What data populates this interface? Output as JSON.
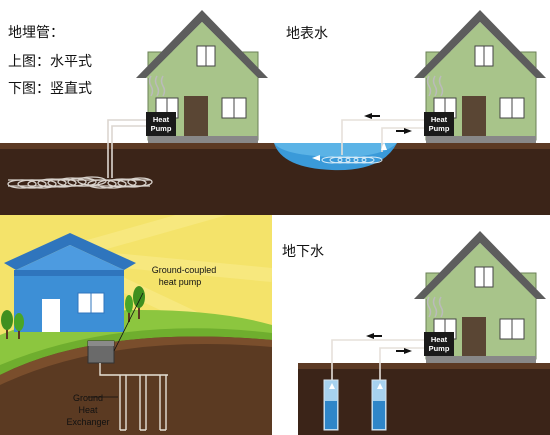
{
  "heading": {
    "title": "地埋管：",
    "line_top": "上图：水平式",
    "line_bottom": "下图：竖直式"
  },
  "panels": {
    "horizontal": {
      "pump_line1": "Heat",
      "pump_line2": "Pump"
    },
    "surface_water": {
      "title": "地表水",
      "pump_line1": "Heat",
      "pump_line2": "Pump"
    },
    "vertical": {
      "pump_label_line1": "Ground-coupled",
      "pump_label_line2": "heat pump",
      "exchanger_line1": "Ground",
      "exchanger_line2": "Heat",
      "exchanger_line3": "Exchanger"
    },
    "groundwater": {
      "title": "地下水",
      "pump_line1": "Heat",
      "pump_line2": "Pump"
    }
  },
  "colors": {
    "soil_dark": "#3b2418",
    "soil_mid": "#5c3a24",
    "house_wall": "#a8c48a",
    "roof": "#5d5d5d",
    "pump_box": "#1a1a1a",
    "water": "#3a9ad9",
    "vertical_bg": "#f4e36a",
    "vertical_house": "#3d8fd6"
  }
}
